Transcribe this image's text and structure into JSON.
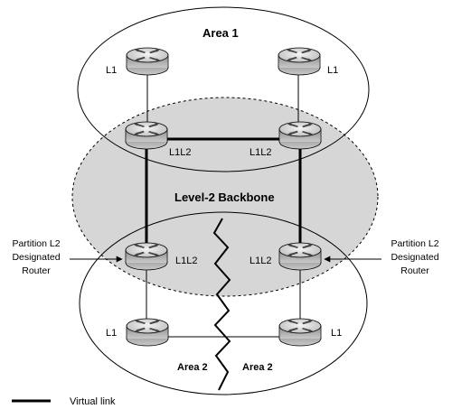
{
  "labels": {
    "area1": "Area 1",
    "backbone": "Level-2 Backbone",
    "area2_left": "Area 2",
    "area2_right": "Area 2",
    "legend": "Virtual link"
  },
  "routers": {
    "a1_left": {
      "label": "L1",
      "icon": "router-icon"
    },
    "a1_right": {
      "label": "L1",
      "icon": "router-icon"
    },
    "bb_left": {
      "label": "L1L2",
      "icon": "router-icon"
    },
    "bb_right": {
      "label": "L1L2",
      "icon": "router-icon"
    },
    "a2_left": {
      "label": "L1L2",
      "icon": "router-icon"
    },
    "a2_right": {
      "label": "L1L2",
      "icon": "router-icon"
    },
    "a2_bottom_left": {
      "label": "L1",
      "icon": "router-icon"
    },
    "a2_bottom_right": {
      "label": "L1",
      "icon": "router-icon"
    }
  },
  "partition_left": {
    "line1": "Partition L2",
    "line2": "Designated",
    "line3": "Router"
  },
  "partition_right": {
    "line1": "Partition L2",
    "line2": "Designated",
    "line3": "Router"
  },
  "colors": {
    "backbone_fill": "#d6d6d6",
    "router_body": "#a9a9a9",
    "router_top": "#e2e2e2",
    "line": "#000000"
  }
}
